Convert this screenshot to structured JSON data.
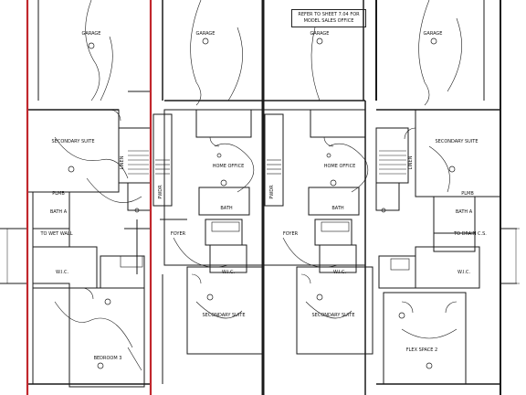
{
  "note": {
    "line1": "REFER TO SHEET 7.04 FOR",
    "line2": "MODEL SALES OFFICE"
  },
  "labels": {
    "garage": "GARAGE",
    "secondary_suite": "SECONDARY SUITE",
    "home_office": "HOME OFFICE",
    "foyer": "FOYER",
    "bath_a": "BATH A",
    "bath": "BATH",
    "wic": "W.I.C.",
    "bedroom_3": "BEDROOM 3",
    "flex_space_2": "FLEX SPACE 2",
    "plmb": "PLMB",
    "pwdr": "PWDR",
    "linen": "LINEN",
    "to_wet_wall": "TO WET WALL",
    "to_drain": "TO DRAIN C.S."
  },
  "colors": {
    "line": "#1a1a1a",
    "unit_border": "#c1272d",
    "background": "#ffffff"
  }
}
